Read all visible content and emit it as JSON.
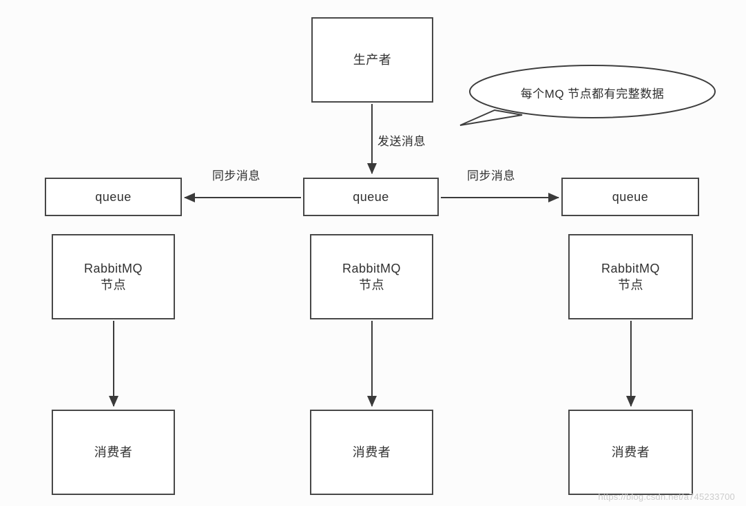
{
  "diagram": {
    "producer": {
      "label": "生产者"
    },
    "callout": {
      "label": "每个MQ 节点都有完整数据"
    },
    "edges": {
      "send": "发送消息",
      "sync_left": "同步消息",
      "sync_right": "同步消息"
    },
    "queues": [
      {
        "label": "queue"
      },
      {
        "label": "queue"
      },
      {
        "label": "queue"
      }
    ],
    "nodes": [
      {
        "line1": "RabbitMQ",
        "line2": "节点"
      },
      {
        "line1": "RabbitMQ",
        "line2": "节点"
      },
      {
        "line1": "RabbitMQ",
        "line2": "节点"
      }
    ],
    "consumers": [
      {
        "label": "消费者"
      },
      {
        "label": "消费者"
      },
      {
        "label": "消费者"
      }
    ],
    "watermark": "https://blog.csdn.net/a745233700"
  }
}
